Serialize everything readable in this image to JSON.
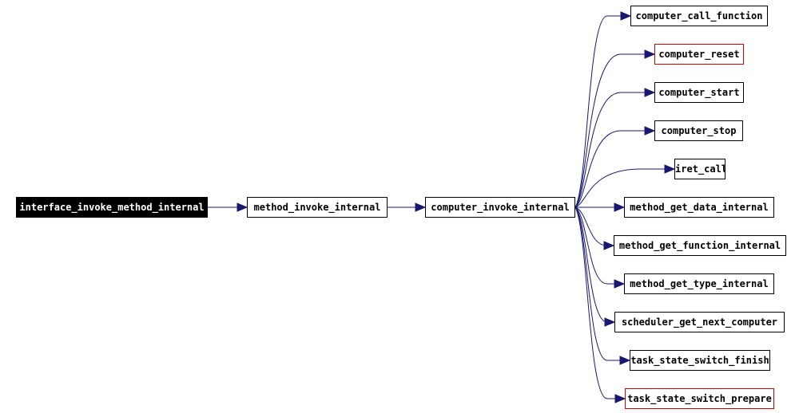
{
  "colors": {
    "edge": "#191970",
    "box_border": "#000000",
    "box_border_highlight": "#cc0000",
    "root_fill": "#000000",
    "root_text": "#ffffff"
  },
  "nodes": {
    "root": "interface_invoke_method_internal",
    "method_invoke_internal": "method_invoke_internal",
    "computer_invoke_internal": "computer_invoke_internal",
    "callees": [
      "computer_call_function",
      "computer_reset",
      "computer_start",
      "computer_stop",
      "iret_call",
      "method_get_data_internal",
      "method_get_function_internal",
      "method_get_type_internal",
      "scheduler_get_next_computer",
      "task_state_switch_finish",
      "task_state_switch_prepare"
    ]
  },
  "edges": [
    [
      "root",
      "method_invoke_internal"
    ],
    [
      "method_invoke_internal",
      "computer_invoke_internal"
    ],
    [
      "computer_invoke_internal",
      "callees.0"
    ],
    [
      "computer_invoke_internal",
      "callees.1"
    ],
    [
      "computer_invoke_internal",
      "callees.2"
    ],
    [
      "computer_invoke_internal",
      "callees.3"
    ],
    [
      "computer_invoke_internal",
      "callees.4"
    ],
    [
      "computer_invoke_internal",
      "callees.5"
    ],
    [
      "computer_invoke_internal",
      "callees.6"
    ],
    [
      "computer_invoke_internal",
      "callees.7"
    ],
    [
      "computer_invoke_internal",
      "callees.8"
    ],
    [
      "computer_invoke_internal",
      "callees.9"
    ],
    [
      "computer_invoke_internal",
      "callees.10"
    ]
  ]
}
